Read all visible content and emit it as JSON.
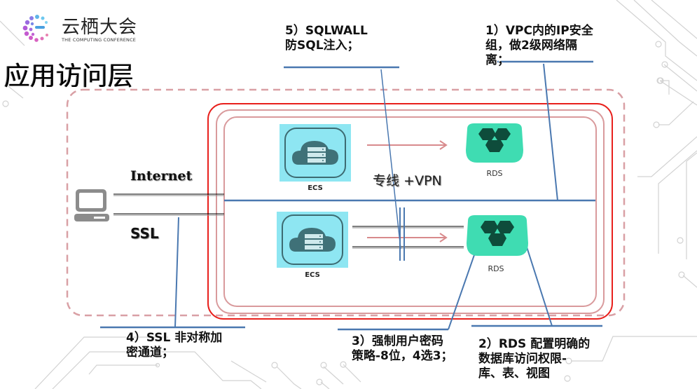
{
  "brand": {
    "name_cn": "云栖大会",
    "name_en": "THE COMPUTING CONFERENCE"
  },
  "page_title": "应用访问层",
  "diagram": {
    "client": {
      "icon": "laptop-icon"
    },
    "links": {
      "internet_label": "Internet",
      "ssl_label": "SSL",
      "private_line_label": "专线 +VPN"
    },
    "nodes": [
      {
        "id": "ecs-top",
        "icon": "ecs-cloud-server-icon",
        "label": "ECS"
      },
      {
        "id": "rds-top",
        "icon": "rds-database-icon",
        "label": "RDS"
      },
      {
        "id": "ecs-bottom",
        "icon": "ecs-cloud-server-icon",
        "label": "ECS"
      },
      {
        "id": "rds-bottom",
        "icon": "rds-database-icon",
        "label": "RDS"
      }
    ],
    "annotations": [
      {
        "id": "vpc",
        "text": "1）VPC内的IP安全\n组，做2级网络隔\n离；"
      },
      {
        "id": "rds",
        "text": "2）RDS 配置明确的\n数据库访问权限-\n库、表、视图"
      },
      {
        "id": "password",
        "text": "3）强制用户密码\n策略-8位，4选3；"
      },
      {
        "id": "ssl",
        "text": "4）SSL 非对称加\n密通道；"
      },
      {
        "id": "sqlwall",
        "text": "5）SQLWALL\n防SQL注入；"
      }
    ],
    "colors": {
      "outer_dashed": "#d9a0a5",
      "red_border": "#e8201c",
      "pink_border": "#d99a9c",
      "blue_line": "#4a78b0",
      "ecs_bg": "#8ee6f2",
      "rds_green": "#3fdcb2",
      "rds_dark": "#0e4c3b",
      "arrow": "#d88a8c"
    }
  }
}
